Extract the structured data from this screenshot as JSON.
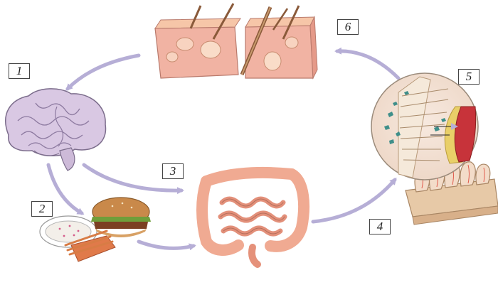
{
  "steps": [
    {
      "label": "1",
      "subject": "brain"
    },
    {
      "label": "2",
      "subject": "fast-food"
    },
    {
      "label": "3",
      "subject": "intestines"
    },
    {
      "label": "4",
      "subject": "intestinal-villi"
    },
    {
      "label": "5",
      "subject": "gut-lining-magnified"
    },
    {
      "label": "6",
      "subject": "skin-cross-section"
    }
  ],
  "colors": {
    "arrow": "#b6aed6",
    "brain": "#d9c8e3",
    "brain_outline": "#7c6d8c",
    "skin": "#f1b3a3",
    "intestine": "#f0aa92",
    "bun": "#c9894a",
    "fries": "#d87c45",
    "villi": "#e7c9a7"
  }
}
